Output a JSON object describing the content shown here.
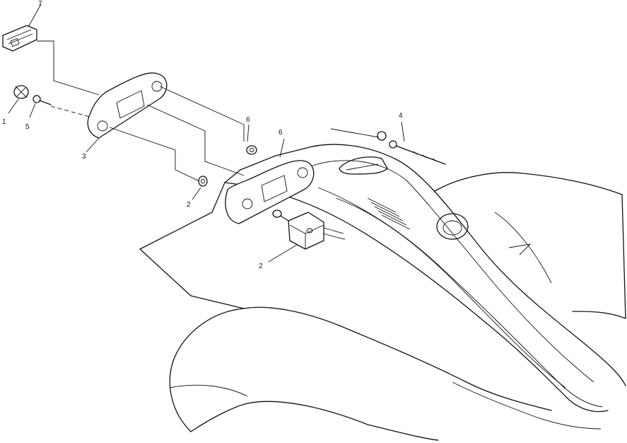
{
  "callouts": {
    "c1": "1",
    "c5a": "5",
    "c7": "7",
    "c3": "3",
    "c6a": "6",
    "c6b": "6",
    "c4": "4",
    "c2a": "2",
    "c2b": "2"
  }
}
